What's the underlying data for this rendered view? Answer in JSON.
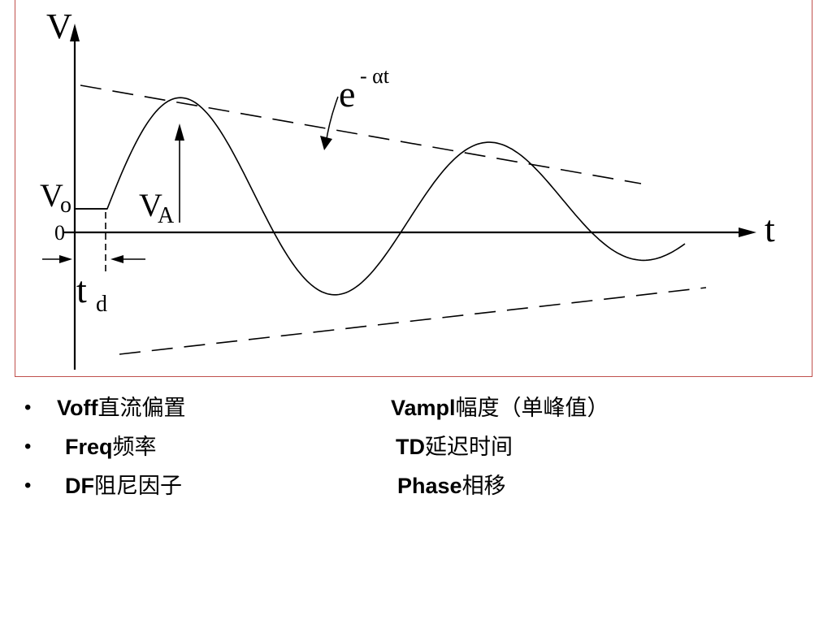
{
  "figure": {
    "labels": {
      "v_axis": "V",
      "t_axis": "t",
      "v_offset_main": "V",
      "v_offset_sub": "o",
      "zero": "0",
      "v_amp_main": "V",
      "v_amp_sub": "A",
      "t_delay_main": "t",
      "t_delay_sub": "d",
      "envelope_base": "e",
      "envelope_exp": "- αt"
    },
    "frame_color": "#c0504d"
  },
  "bullets": [
    {
      "bullet": "•",
      "left": {
        "code": "Voff",
        "text": "直流偏置"
      },
      "right": {
        "code": "Vampl",
        "text": "幅度（单峰值）"
      }
    },
    {
      "bullet": "•",
      "left": {
        "code": "Freq",
        "text": "频率"
      },
      "right": {
        "code": "TD",
        "text": "延迟时间"
      }
    },
    {
      "bullet": "•",
      "left": {
        "code": "DF",
        "text": "阻尼因子"
      },
      "right": {
        "code": "Phase",
        "text": "相移"
      }
    }
  ]
}
